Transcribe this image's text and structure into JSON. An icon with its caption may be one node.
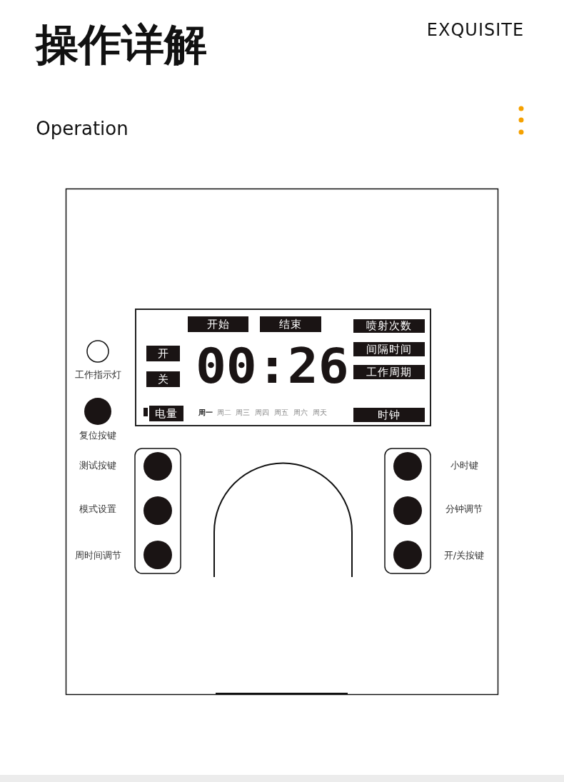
{
  "diagram": {
    "title": "操作详解",
    "nodes": [
      {
        "text": [
          "00:26"
        ]
      },
      {
        "text": [
          "开始"
        ],
        "in": 0
      },
      {
        "text": [
          "结束"
        ],
        "in": 0
      },
      {
        "text": [
          "喷射次数"
        ],
        "in": 0
      },
      {
        "text": [
          "开"
        ],
        "in": 0
      },
      {
        "text": [
          "间隔时间"
        ],
        "in": 0
      },
      {
        "text": [
          "关"
        ],
        "in": 0
      },
      {
        "text": [
          "工作周期"
        ],
        "in": 0
      },
      {
        "text": [
          "电量"
        ],
        "in": 0
      },
      {
        "text": [
          "时钟"
        ],
        "in": 0
      }
    ],
    "edges": [],
    "labels": [
      "EXQUISITE",
      "Operation",
      "周一",
      "周二",
      "周三",
      "周四",
      "周五",
      "周六",
      "周天",
      "工作指示灯",
      "复位按键",
      "测试按键",
      "模式设置",
      "周时间调节",
      "小时键",
      "分钟调节",
      "开/关按键"
    ]
  }
}
